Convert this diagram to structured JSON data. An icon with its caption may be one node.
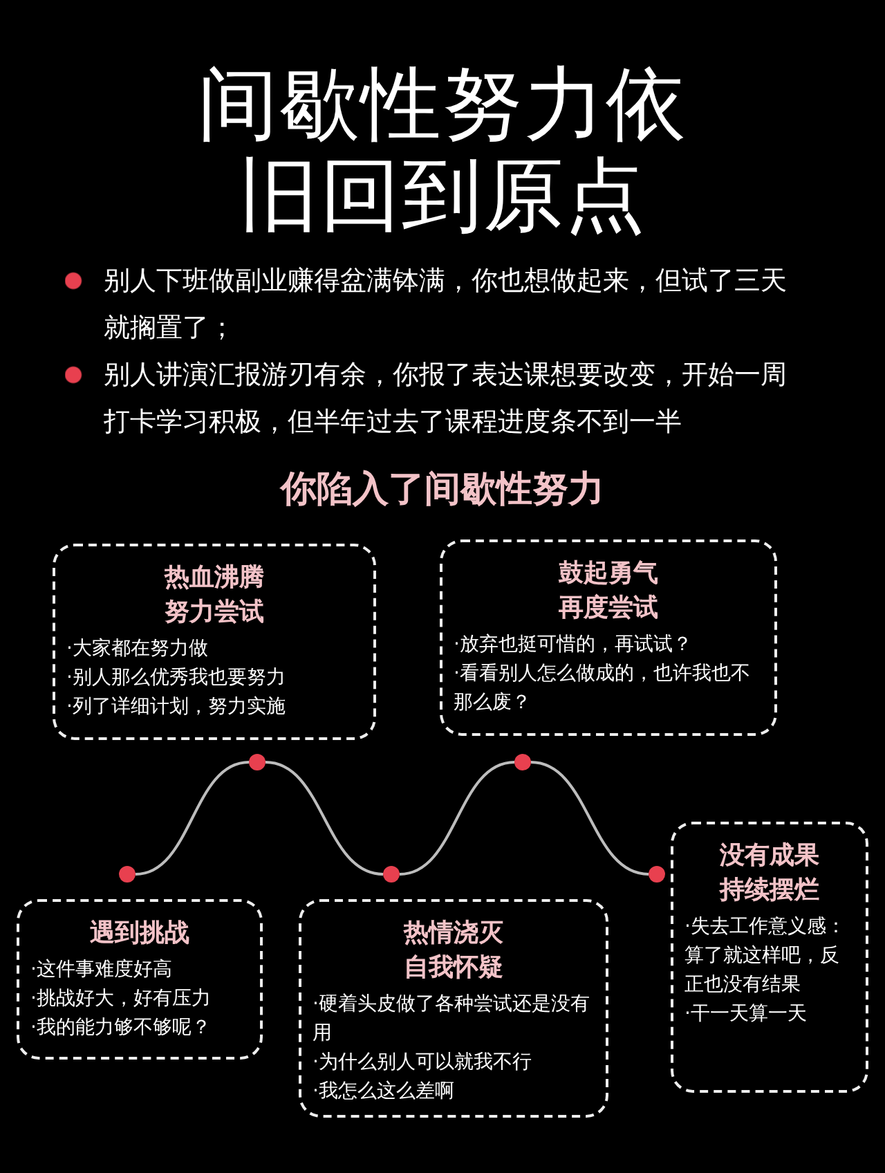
{
  "diagram": {
    "title": "间歇性努力依旧回到原点",
    "nodes": [
      {
        "text": [
          "热血沸腾努力尝试",
          "·大家都在努力做",
          "·别人那么优秀我也要努力",
          "·列了详细计划，努力实施"
        ]
      },
      {
        "text": [
          "鼓起勇气再度尝试",
          "·放弃也挺可惜的，再试试？",
          "·看看别人怎么做成的，也许我也不那么废？"
        ]
      },
      {
        "text": [],
        "shape": "circle"
      },
      {
        "text": [],
        "shape": "circle"
      },
      {
        "text": [],
        "shape": "circle"
      },
      {
        "text": [],
        "shape": "circle"
      },
      {
        "text": [],
        "shape": "circle"
      },
      {
        "text": [
          "遇到挑战",
          "·这件事难度好高",
          "·挑战好大，好有压力",
          "·我的能力够不够呢？"
        ]
      },
      {
        "text": [
          "热情浇灭自我怀疑",
          "·硬着头皮做了各种尝试还是没有用",
          "·为什么别人可以就我不行",
          "·我怎么这么差啊"
        ]
      },
      {
        "text": [
          "没有成果持续摆烂",
          "·失去工作意义感：算了就这样吧，反正也没有结果",
          "·干一天算一天"
        ]
      }
    ],
    "edges": [
      {
        "from": 2,
        "to": 3,
        "arrow": "none"
      },
      {
        "from": 3,
        "to": 4,
        "arrow": "none"
      },
      {
        "from": 4,
        "to": 5,
        "arrow": "none"
      },
      {
        "from": 5,
        "to": 6,
        "arrow": "none"
      }
    ],
    "labels": [
      "别人下班做副业赚得盆满钵满，你也想做起来，但试了三天就搁置了；",
      "别人讲演汇报游刃有余，你报了表达课想要改变，开始一周打卡学习积极，但半年过去了课程进度条不到一半",
      "你陷入了间歇性努力"
    ]
  }
}
